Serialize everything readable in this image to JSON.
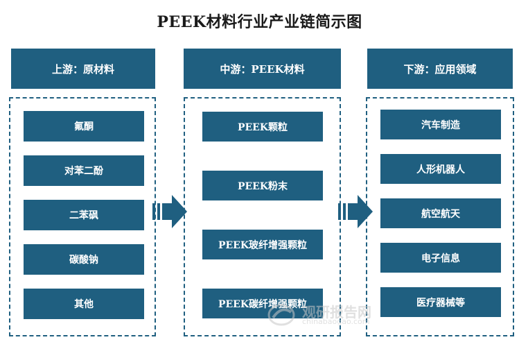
{
  "title": "PEEK材料行业产业链简示图",
  "upstream": {
    "header": "上游：原材料",
    "items": [
      "氟酮",
      "对苯二酚",
      "二苯砜",
      "碳酸钠",
      "其他"
    ]
  },
  "midstream": {
    "header": "中游：PEEK材料",
    "items": [
      "PEEK颗粒",
      "PEEK粉末",
      "PEEK玻纤增强颗粒",
      "PEEK碳纤增强颗粒"
    ]
  },
  "downstream": {
    "header": "下游：应用领域",
    "items": [
      "汽车制造",
      "人形机器人",
      "航空航天",
      "电子信息",
      "医疗器械等"
    ]
  },
  "watermark": {
    "name": "观研报告网",
    "url": "chinabaogao.com"
  },
  "colors": {
    "primary": "#1f5f80",
    "arrow": "#1f5f80"
  }
}
